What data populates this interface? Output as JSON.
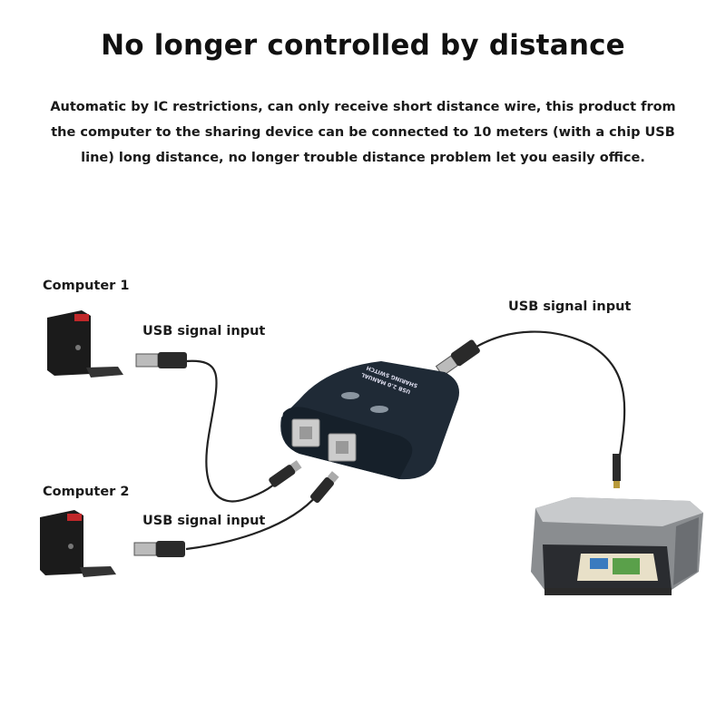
{
  "title": "No longer controlled by distance",
  "description": "Automatic by IC restrictions, can only receive short distance wire, this product from the computer to the sharing device can be connected to 10 meters (with a chip USB line) long distance, no longer trouble distance problem let you easily office.",
  "diagram": {
    "computer_1_label": "Computer 1",
    "computer_2_label": "Computer 2",
    "usb_input_1_label": "USB signal input",
    "usb_input_2_label": "USB signal input",
    "usb_output_label": "USB signal input",
    "device_print": {
      "line1": "USB 2.0 MANUAL",
      "line2": "SHARING SWITCH"
    }
  },
  "colors": {
    "switch_body": "#1f2a36",
    "cable": "#222222",
    "computer_case": "#1b1b1b",
    "computer_accent": "#c0282a",
    "printer_body": "#8a8d90"
  }
}
